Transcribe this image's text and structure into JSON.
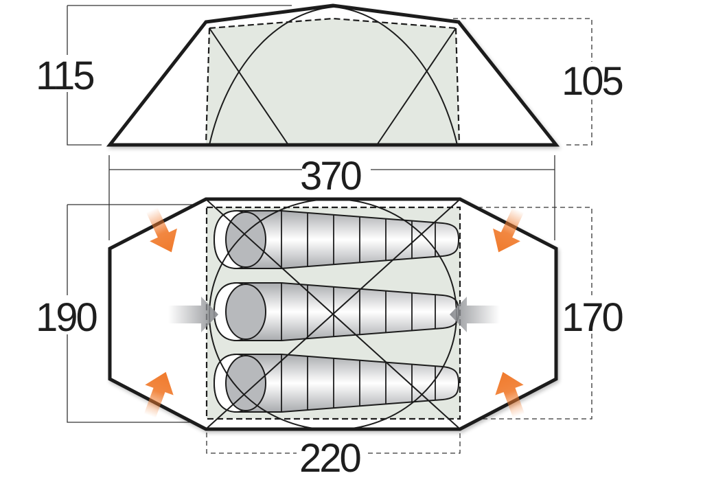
{
  "diagram": {
    "subject": "Tent dimensions (side elevation and floor plan)",
    "units": "cm",
    "colors": {
      "outline": "#1a1a1a",
      "inner_fill": "#e3e8e1",
      "sleeping_bag_face": "#b7b9bc",
      "vent_arrow": "#f07a2c",
      "door_arrow": "#8e9094"
    },
    "side_view": {
      "height_left_label": "115",
      "height_right_label": "105"
    },
    "overall_length_label": "370",
    "plan_view": {
      "width_left_label": "190",
      "width_right_label": "170",
      "inner_length_label": "220",
      "sleeping_bags": [
        {
          "name": "Sleeping bag 1"
        },
        {
          "name": "Sleeping bag 2"
        },
        {
          "name": "Sleeping bag 3"
        }
      ],
      "vent_arrows": [
        "top-left",
        "bottom-left",
        "top-right",
        "bottom-right"
      ],
      "door_arrows": [
        "left",
        "right"
      ]
    }
  }
}
